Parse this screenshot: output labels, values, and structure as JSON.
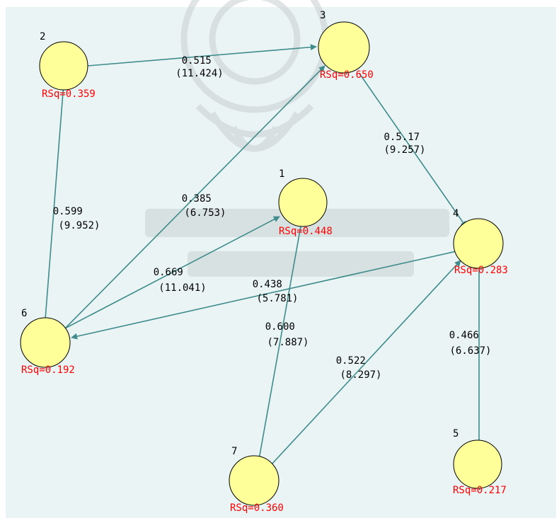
{
  "colors": {
    "canvas": "#eaf4f5",
    "node_fill": "#ffff99",
    "node_stroke": "#000000",
    "edge": "#3f8b8b",
    "rsq_text": "#ff0000",
    "label_text": "#000000"
  },
  "nodes": [
    {
      "id": "2",
      "rsq": "RSq=0.359"
    },
    {
      "id": "3",
      "rsq": "RSq=0.650"
    },
    {
      "id": "1",
      "rsq": "RSq=0.448"
    },
    {
      "id": "4",
      "rsq": "RSq=0.283"
    },
    {
      "id": "6",
      "rsq": "RSq=0.192"
    },
    {
      "id": "5",
      "rsq": "RSq=0.217"
    },
    {
      "id": "7",
      "rsq": "RSq=0.360"
    }
  ],
  "edges": [
    {
      "from": "2",
      "to": "3",
      "coef": "0.515",
      "t": "(11.424)"
    },
    {
      "from": "3",
      "to": "4",
      "coef": "0.5.17",
      "t": "(9.257)"
    },
    {
      "from": "6",
      "to": "2",
      "coef": "0.599",
      "t": "(9.952)"
    },
    {
      "from": "6",
      "to": "3",
      "coef": "0.385",
      "t": "(6.753)"
    },
    {
      "from": "6",
      "to": "1",
      "coef": "0.669",
      "t": "(11.041)"
    },
    {
      "from": "4",
      "to": "6",
      "coef": "0.438",
      "t": "(5.781)"
    },
    {
      "from": "1",
      "to": "7",
      "coef": "0.600",
      "t": "(7.887)"
    },
    {
      "from": "7",
      "to": "4",
      "coef": "0.522",
      "t": "(8.297)"
    },
    {
      "from": "4",
      "to": "5",
      "coef": "0.466",
      "t": "(6.637)"
    }
  ]
}
